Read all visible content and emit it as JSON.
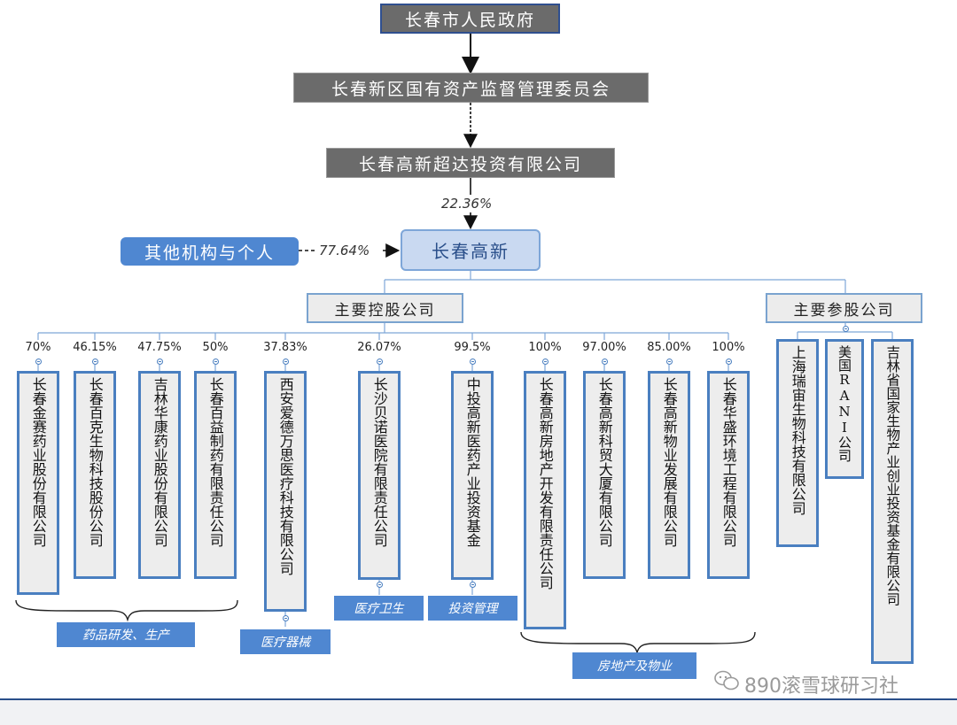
{
  "government": "长春市人民政府",
  "sasac": "长春新区国有资产监督管理委员会",
  "chaoda": "长春高新超达投资有限公司",
  "chaoda_pct": "22.36%",
  "center": "长春高新",
  "others": "其他机构与个人",
  "others_pct": "77.64%",
  "holdings_header": "主要控股公司",
  "equity_header": "主要参股公司",
  "subsidiaries": [
    {
      "pct": "70%",
      "name": "长春金赛药业股份有限公司"
    },
    {
      "pct": "46.15%",
      "name": "长春百克生物科技股份公司"
    },
    {
      "pct": "47.75%",
      "name": "吉林华康药业股份有限公司"
    },
    {
      "pct": "50%",
      "name": "长春百益制药有限责任公司"
    },
    {
      "pct": "37.83%",
      "name": "西安爱德万思医疗科技有限公司"
    },
    {
      "pct": "26.07%",
      "name": "长沙贝诺医院有限责任公司"
    },
    {
      "pct": "99.5%",
      "name": "中投高新医药产业投资基金"
    },
    {
      "pct": "100%",
      "name": "长春高新房地产开发有限责任公司"
    },
    {
      "pct": "97.00%",
      "name": "长春高新科贸大厦有限公司"
    },
    {
      "pct": "85.00%",
      "name": "长春高新物业发展有限公司"
    },
    {
      "pct": "100%",
      "name": "长春华盛环境工程有限公司"
    }
  ],
  "equity_companies": [
    {
      "name": "上海瑞宙生物科技有限公司"
    },
    {
      "name": "美国RANI公司"
    },
    {
      "name": "吉林省国家生物产业创业投资基金有限公司"
    }
  ],
  "tags": {
    "pharma": "药品研发、生产",
    "device": "医疗器械",
    "health": "医疗卫生",
    "invest": "投资管理",
    "realestate": "房地产及物业"
  },
  "watermark": "890滚雪球研习社"
}
